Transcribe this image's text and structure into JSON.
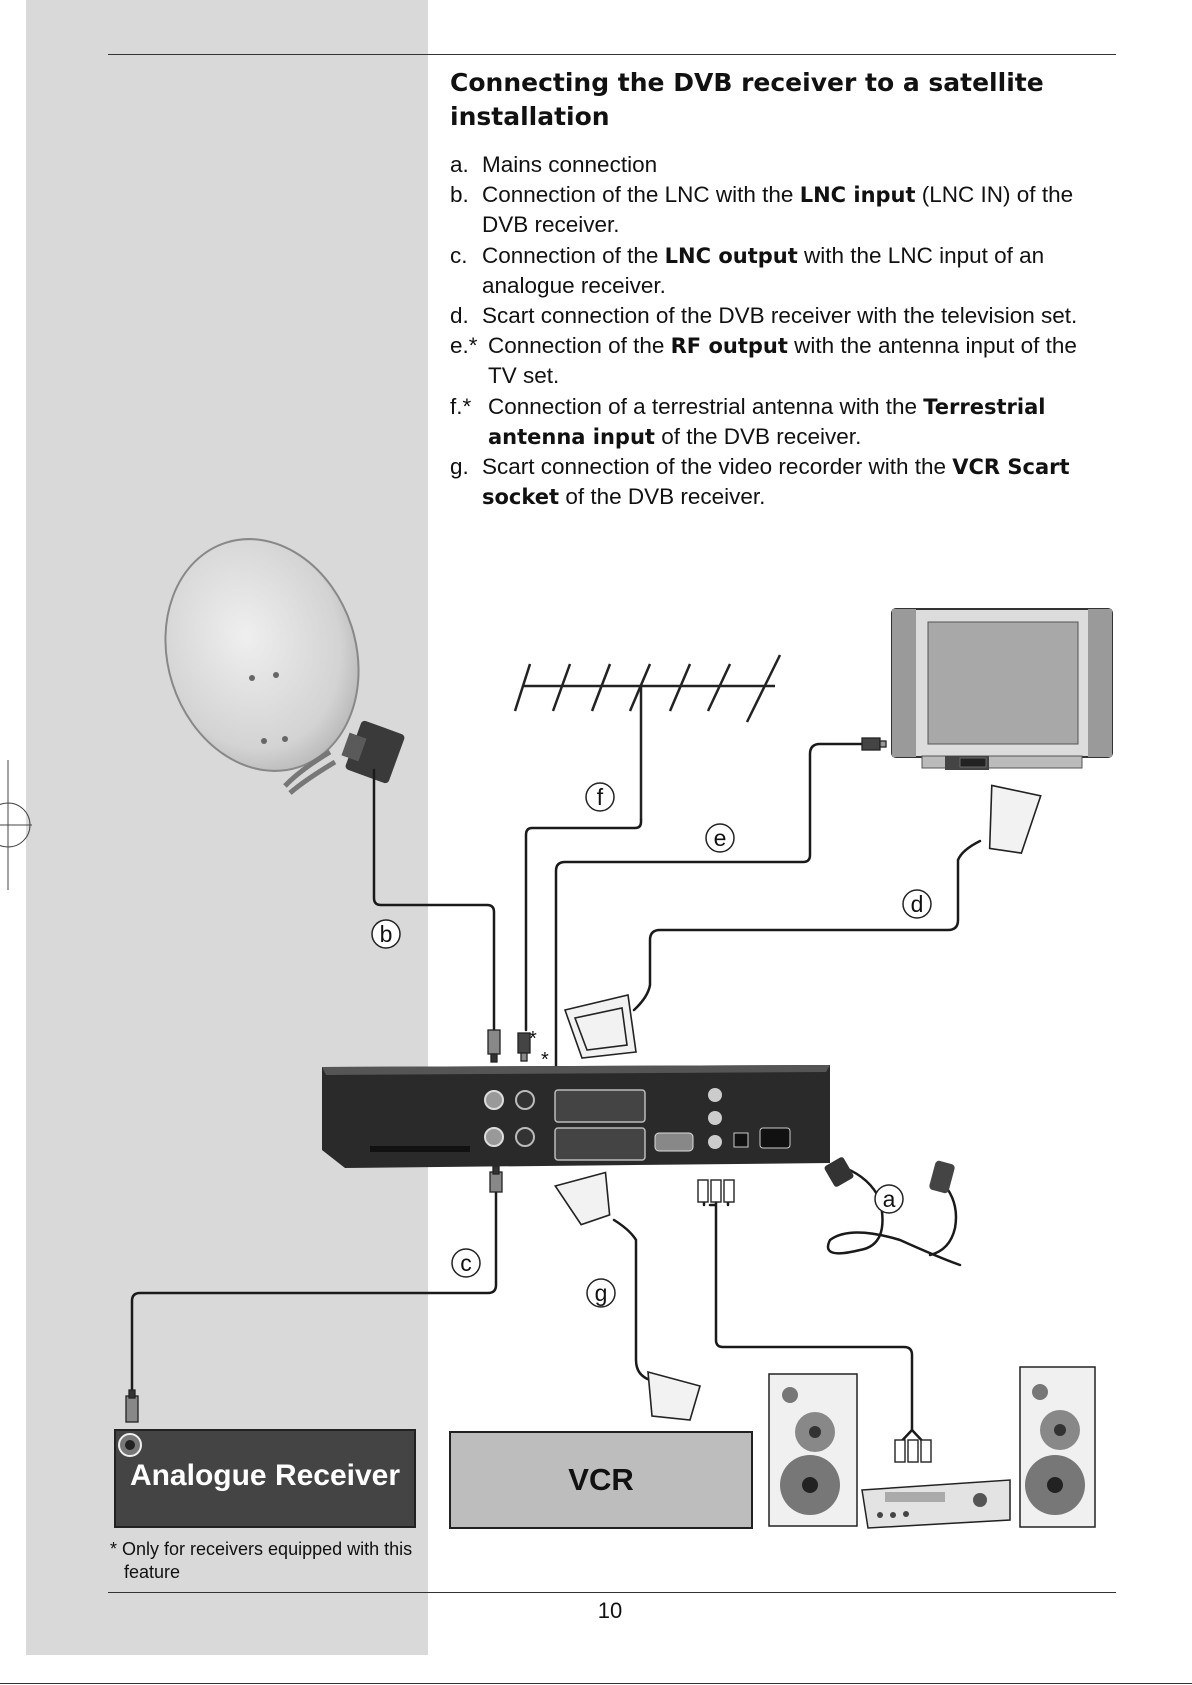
{
  "title": "Connecting the DVB receiver to a satellite installation",
  "steps": [
    {
      "marker": "a.",
      "parts": [
        {
          "t": "Mains connection"
        }
      ]
    },
    {
      "marker": "b.",
      "parts": [
        {
          "t": "Connection of the LNC with the "
        },
        {
          "t": "LNC input",
          "b": true
        },
        {
          "t": " (LNC IN) of the DVB receiver."
        }
      ]
    },
    {
      "marker": "c.",
      "parts": [
        {
          "t": "Connection of the "
        },
        {
          "t": "LNC output",
          "b": true
        },
        {
          "t": " with the LNC input of an analogue receiver."
        }
      ]
    },
    {
      "marker": "d.",
      "parts": [
        {
          "t": "Scart connection of the DVB receiver with the television set."
        }
      ]
    },
    {
      "marker": "e.*",
      "parts": [
        {
          "t": "Connection of the "
        },
        {
          "t": "RF output",
          "b": true
        },
        {
          "t": " with the antenna input of the TV set."
        }
      ]
    },
    {
      "marker": "f.*",
      "parts": [
        {
          "t": "Connection of a terrestrial antenna with the "
        },
        {
          "t": "Terrestrial antenna input",
          "b": true
        },
        {
          "t": " of the DVB receiver."
        }
      ]
    },
    {
      "marker": "g.",
      "parts": [
        {
          "t": "Scart connection of the video recorder with the  "
        },
        {
          "t": "VCR Scart socket",
          "b": true
        },
        {
          "t": " of the DVB receiver."
        }
      ]
    }
  ],
  "diagram": {
    "labels": {
      "a": "a",
      "b": "b",
      "c": "c",
      "d": "d",
      "e": "e",
      "f": "f",
      "g": "g"
    },
    "asterisk": "*",
    "analogue_receiver": "Analogue Receiver",
    "vcr": "VCR"
  },
  "footnote": "* Only for receivers equipped with this feature",
  "page_number": "10"
}
